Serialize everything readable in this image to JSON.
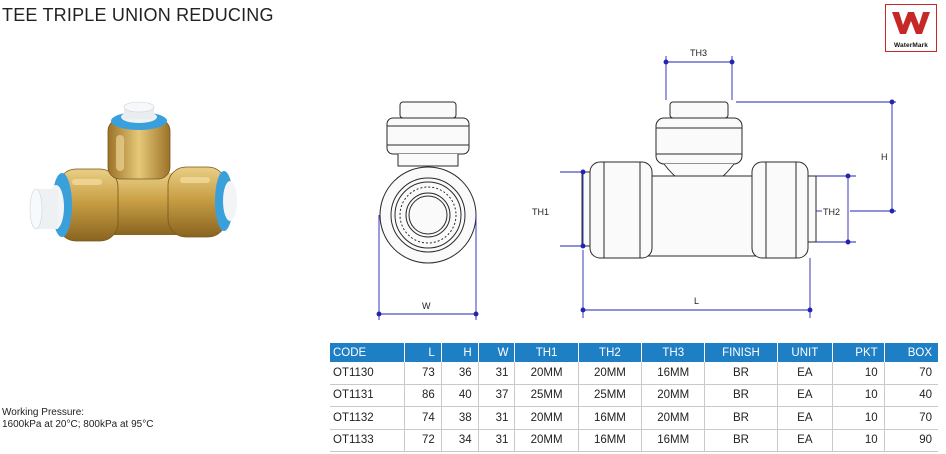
{
  "title": "TEE TRIPLE UNION REDUCING",
  "logo": {
    "text": "WaterMark",
    "icon": "watermark-logo-icon"
  },
  "dimension_labels": {
    "th3": "TH3",
    "h": "H",
    "th1": "TH1",
    "th2": "TH2",
    "w": "W",
    "l": "L"
  },
  "table": {
    "headers": [
      "CODE",
      "L",
      "H",
      "W",
      "TH1",
      "TH2",
      "TH3",
      "FINISH",
      "UNIT",
      "PKT",
      "BOX"
    ],
    "rows": [
      [
        "OT1130",
        "73",
        "36",
        "31",
        "20MM",
        "20MM",
        "16MM",
        "BR",
        "EA",
        "10",
        "70"
      ],
      [
        "OT1131",
        "86",
        "40",
        "37",
        "25MM",
        "25MM",
        "20MM",
        "BR",
        "EA",
        "10",
        "40"
      ],
      [
        "OT1132",
        "74",
        "38",
        "31",
        "20MM",
        "16MM",
        "20MM",
        "BR",
        "EA",
        "10",
        "70"
      ],
      [
        "OT1133",
        "72",
        "34",
        "31",
        "20MM",
        "16MM",
        "16MM",
        "BR",
        "EA",
        "10",
        "90"
      ]
    ]
  },
  "pressure": {
    "line1": "Working Pressure:",
    "line2": "1600kPa at 20°C; 800kPa at 95°C"
  },
  "colors": {
    "header_blue": "#1f7fc4",
    "dimension_blue": "#2323b4",
    "logo_red": "#c62828",
    "brass": "#c9a24a",
    "ring_blue": "#3aa0dc"
  }
}
